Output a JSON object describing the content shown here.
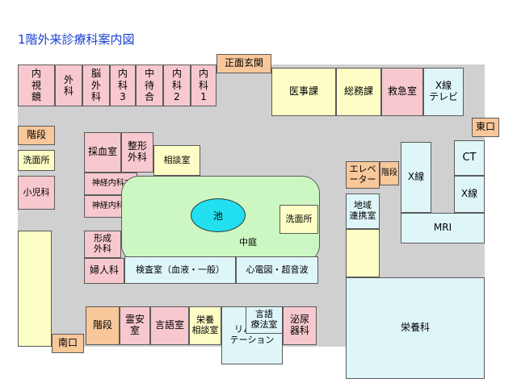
{
  "title": "1階外来診療科案内図",
  "rooms": {
    "naika_shikyo": "内\n視\n鏡",
    "geka": "外\n科",
    "noge": "脳\n外\n科",
    "naika3": "内\n科\n3",
    "chu_machiai": "中\n待\n合",
    "naika2": "内\n科\n2",
    "naika1": "内\n科\n1",
    "shomen": "正面玄関",
    "ijika": "医事課",
    "somuka": "総務課",
    "kyukyu": "救急室",
    "xray_tv": "X線\nテレビ",
    "higashi": "東口",
    "kaidan_left": "階段",
    "senmen_left": "洗面所",
    "shonika": "小児科",
    "saiketsu": "採血室",
    "seikei": "整形\n外科",
    "sodan": "相談室",
    "shinkei2": "神経内科2",
    "shinkei1": "神経内科1",
    "keisei": "形成\n外科",
    "fujinka": "婦人科",
    "kensa": "検査室（血液・一般）",
    "shindenzu": "心電図・超音波",
    "senmen_center": "洗面所",
    "elevator": "エレベ\nーター",
    "kaidan_right": "階段",
    "xray": "X線",
    "ct": "CT",
    "xray2": "X線",
    "chiiki": "地域\n連携室",
    "mri": "MRI",
    "eiyoka": "栄養科",
    "kaidan_bottom": "階段",
    "reianshitsu": "霊安\n室",
    "gengoshitsu": "言語室",
    "eiyo_sodan": "栄養\n相談室",
    "gengo_ryoho": "言語\n療法室",
    "hinyoki": "泌尿\n器科",
    "rehab": "リハビリ\nテーション",
    "minami": "南口"
  },
  "courtyard": {
    "pond": "池",
    "label": "中庭"
  }
}
